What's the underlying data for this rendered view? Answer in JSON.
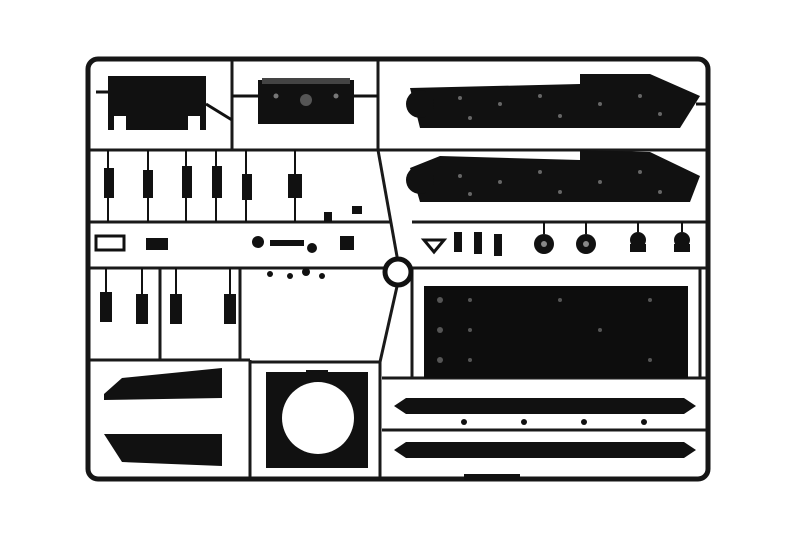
{
  "figure": {
    "subject": "plastic-model-sprue",
    "colors": {
      "background": "#ffffff",
      "plastic": "#111111",
      "frame": "#161616",
      "runner": "#1a1a1a"
    },
    "parts": [
      {
        "name": "hull-top-left-panel",
        "shape": "panel"
      },
      {
        "name": "turret-deck-plate",
        "shape": "panel"
      },
      {
        "name": "side-skirt-upper",
        "shape": "skirt"
      },
      {
        "name": "side-skirt-lower",
        "shape": "skirt"
      },
      {
        "name": "small-fittings-row",
        "shape": "fittings"
      },
      {
        "name": "road-wheel-hubs",
        "shape": "wheels"
      },
      {
        "name": "hull-floor-plate",
        "shape": "panel"
      },
      {
        "name": "track-guard-upper",
        "shape": "strip"
      },
      {
        "name": "track-guard-lower",
        "shape": "strip"
      },
      {
        "name": "glacis-plate-upper",
        "shape": "wedge"
      },
      {
        "name": "glacis-plate-lower",
        "shape": "wedge"
      },
      {
        "name": "turret-ring-plate",
        "shape": "ring-plate"
      },
      {
        "name": "sprue-gate-ring",
        "shape": "ring"
      }
    ]
  }
}
